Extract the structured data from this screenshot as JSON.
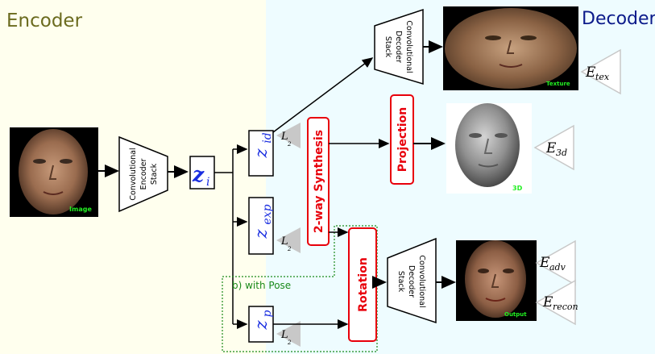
{
  "sections": {
    "encoder_title": "Encoder",
    "decoder_title": "Decoder"
  },
  "colors": {
    "encoder_bg": "#ffffee",
    "decoder_bg": "#eefcff",
    "encoder_title": "#6b6b1e",
    "decoder_title": "#0b1a8a",
    "module_red": "#e8000b",
    "latent_blue": "#1a2ee0",
    "pose_green": "#1a8a1a",
    "image_label_green": "#22ee22"
  },
  "images": {
    "input": {
      "label": "Image"
    },
    "texture": {
      "label": "Texture"
    },
    "shape3d": {
      "label": "3D"
    },
    "output": {
      "label": "Output"
    }
  },
  "blocks": {
    "encoder_stack": [
      "Convolutional",
      "Encoder",
      "Stack"
    ],
    "decoder_stack_top": [
      "Convolutional",
      "Decoder",
      "Stack"
    ],
    "decoder_stack_bottom": [
      "Convolutional",
      "Decoder",
      "Stack"
    ]
  },
  "latents": {
    "z_i": {
      "base": "z",
      "sub": "i"
    },
    "z_id": {
      "base": "z",
      "sub": "id"
    },
    "z_exp": {
      "base": "z",
      "sub": "exp"
    },
    "z_p": {
      "base": "z",
      "sub": "p"
    }
  },
  "modules": {
    "synthesis": "2-way Synthesis",
    "projection": "Projection",
    "rotation": "Rotation"
  },
  "pose_box_label": "b) with Pose",
  "losses": {
    "tex": {
      "base": "E",
      "sub": "tex"
    },
    "3d": {
      "base": "E",
      "sub": "3d"
    },
    "adv": {
      "base": "E",
      "sub": "adv"
    },
    "recon": {
      "base": "E",
      "sub": "recon"
    },
    "small_l2_a": {
      "base": "L",
      "sub": "2"
    },
    "small_l2_b": {
      "base": "L",
      "sub": "2"
    },
    "small_l2_c": {
      "base": "L",
      "sub": "2"
    }
  }
}
